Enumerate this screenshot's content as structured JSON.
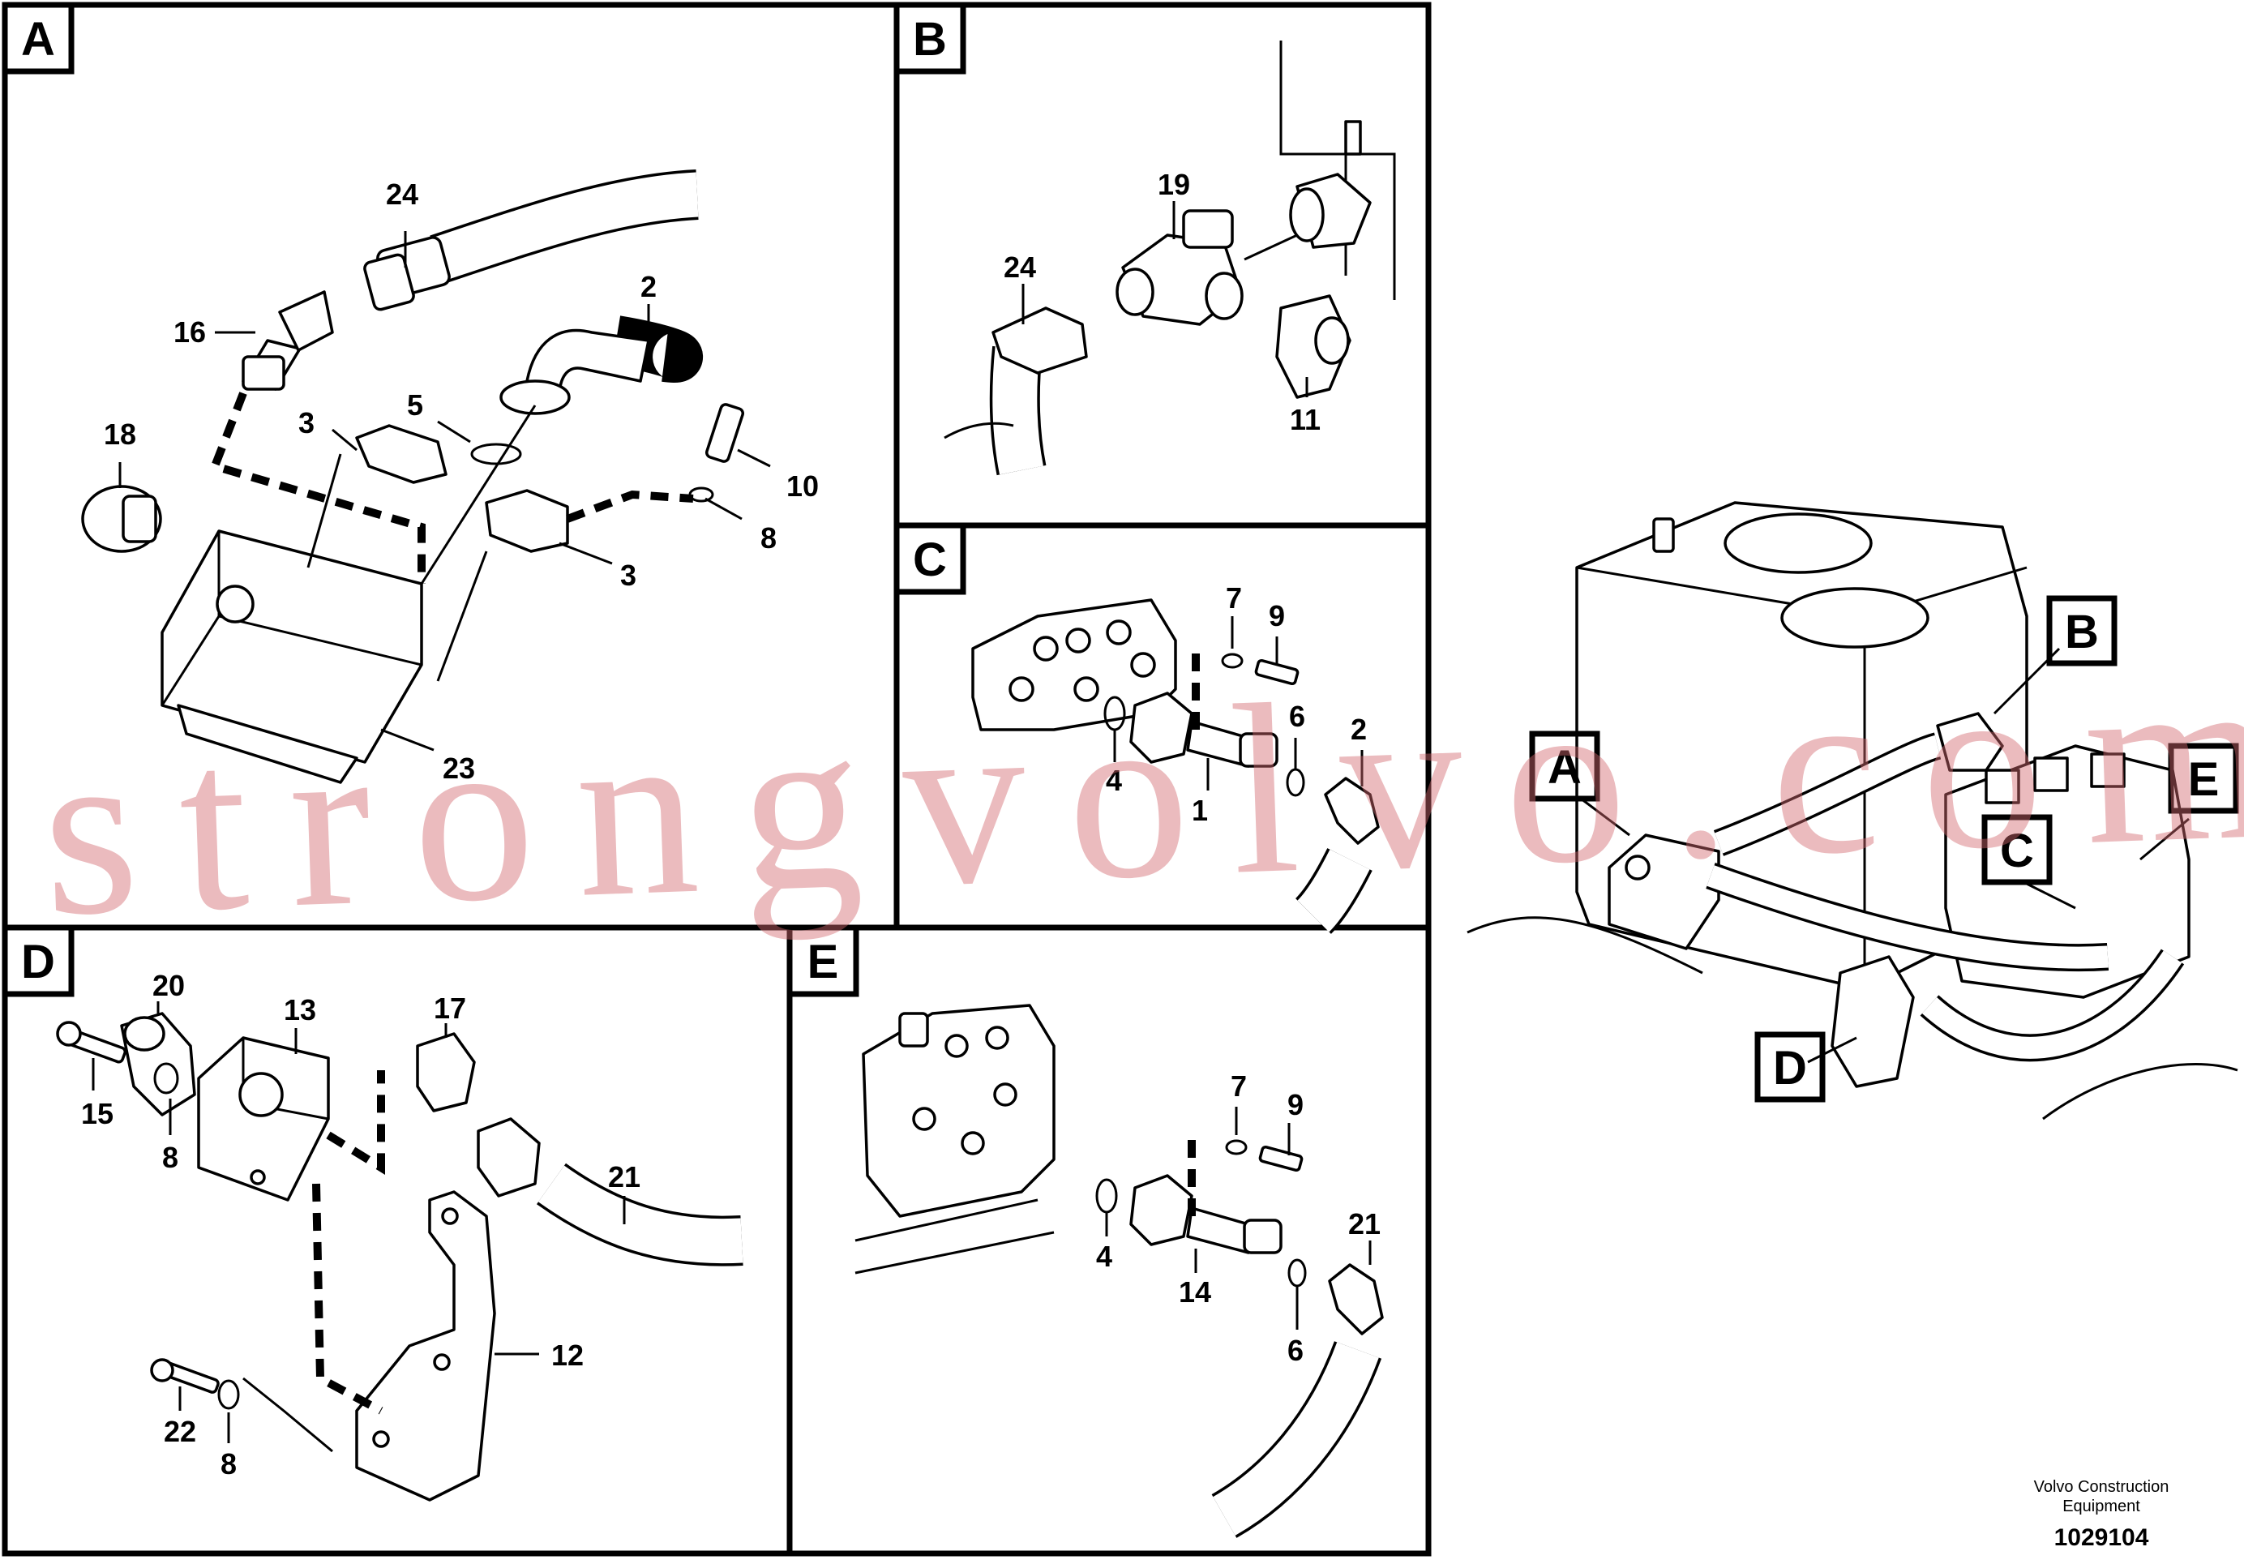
{
  "panels": {
    "a": "A",
    "b": "B",
    "c": "C",
    "d": "D",
    "e": "E"
  },
  "callouts": {
    "a": [
      "24",
      "16",
      "2",
      "18",
      "3",
      "5",
      "10",
      "8",
      "3",
      "23"
    ],
    "b": [
      "19",
      "24",
      "11"
    ],
    "c": [
      "7",
      "9",
      "6",
      "2",
      "4",
      "1"
    ],
    "d": [
      "20",
      "13",
      "17",
      "21",
      "15",
      "8",
      "12",
      "22",
      "8"
    ],
    "e": [
      "7",
      "9",
      "4",
      "14",
      "21",
      "6"
    ]
  },
  "overview": {
    "a": "A",
    "b": "B",
    "c": "C",
    "d": "D",
    "e": "E"
  },
  "watermark": "strongvolvo.com",
  "footer": {
    "brand_line1": "Volvo Construction",
    "brand_line2": "Equipment",
    "figure_number": "1029104"
  }
}
